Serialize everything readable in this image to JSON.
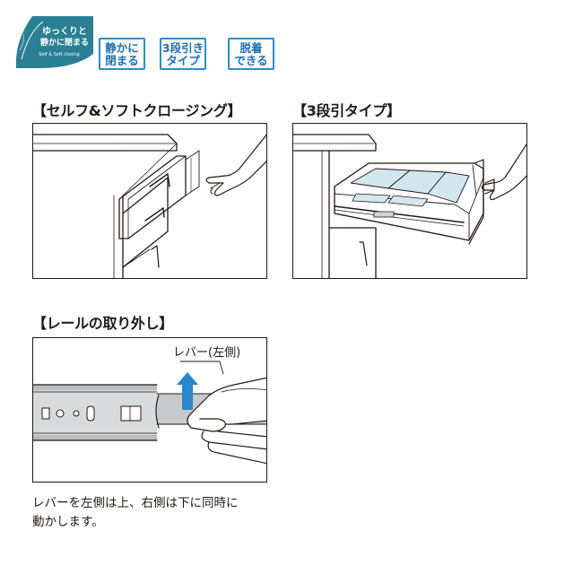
{
  "logo": {
    "line1": "ゆっくりと",
    "line2": "静かに閉まる",
    "line3": "Self & Soft closing",
    "bg_color": "#2a7f93"
  },
  "badges": [
    {
      "text": "静かに\n閉まる"
    },
    {
      "text": "3段引き\nタイプ"
    },
    {
      "text": "脱着\nできる"
    }
  ],
  "badge_color": "#2a8fc4",
  "sections": {
    "self_soft": {
      "title": "【セルフ&ソフトクロージング】"
    },
    "three_stage": {
      "title": "【3段引タイプ】"
    },
    "rail_removal": {
      "title": "【レールの取り外し】",
      "lever_label": "レバー(左側)"
    }
  },
  "caption": "レバーを左側は上、右側は下に同時に\n動かします。",
  "arrow_color": "#2a86c8"
}
